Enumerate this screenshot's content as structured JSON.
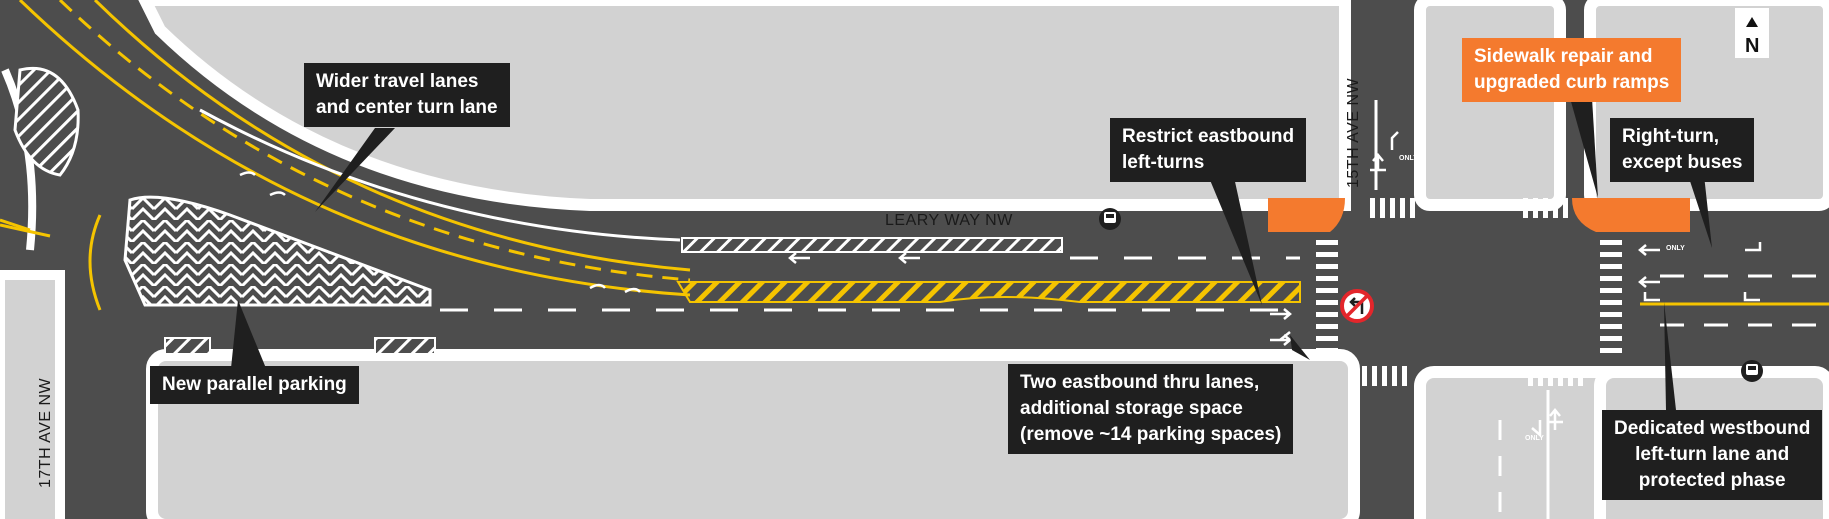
{
  "streets": {
    "leary": "LEARY WAY NW",
    "ave15": "15TH AVE NW",
    "ave17": "17TH AVE NW"
  },
  "north_label": "N",
  "pavement_only_label": "ONLY",
  "callouts": {
    "wider_lanes": [
      "Wider travel lanes",
      "and center turn lane"
    ],
    "parallel_parking": [
      "New parallel parking"
    ],
    "restrict_left": [
      "Restrict eastbound",
      "left-turns"
    ],
    "sidewalk_repair": [
      "Sidewalk repair and",
      "upgraded curb ramps"
    ],
    "right_turn": [
      "Right-turn,",
      "except buses"
    ],
    "thru_lanes": [
      "Two eastbound thru lanes,",
      "additional storage space",
      "(remove ~14 parking spaces)"
    ],
    "westbound_left": [
      "Dedicated westbound",
      "left-turn lane and",
      "protected phase"
    ]
  },
  "colors": {
    "road": "#4d4d4d",
    "block": "#d2d2d2",
    "sidewalk": "#ffffff",
    "yellow": "#f5c400",
    "callout_bg": "#1f1f1f",
    "callout_highlight": "#f47a2e",
    "no_turn_ring": "#e3262b"
  },
  "icons": [
    "bus-stop-icon",
    "no-left-turn-icon",
    "north-arrow-icon",
    "lane-arrow-icon"
  ]
}
